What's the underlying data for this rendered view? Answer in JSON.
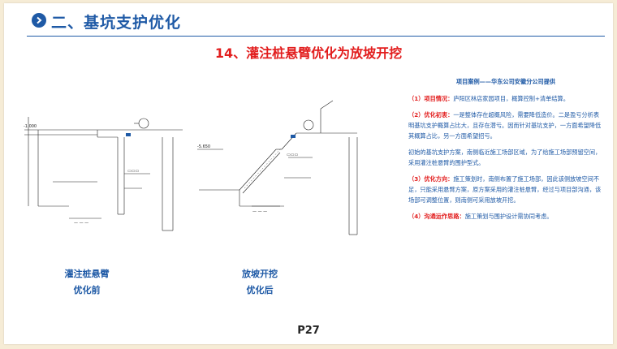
{
  "header": {
    "title": "二、基坑支护优化",
    "icon": "chevron-right-icon",
    "accent": "#1f5aa6"
  },
  "main_title": "14、灌注桩悬臂优化为放坡开挖",
  "panel": {
    "heading": "项目案例——华东公司安徽分公司提供",
    "p1_tag": "（1）项目情况：",
    "p1_text": "庐阳区林店家园项目，概算控制+清单结算。",
    "p2_tag": "（2）优化初衷：",
    "p2_text": "一是整体存在超概风险，需要降低造价。二是盈亏分析表明基坑支护概算占比大，且存在潜亏。因而针对基坑支护，一方面希望降低其概算占比，另一方面希望招亏。",
    "p3_text": "初始的基坑支护方案，南侧临近施工场部区域，为了给施工场部预留空间，采用灌注桩悬臂的围护型式。",
    "p4_tag": "（3）优化方向：",
    "p4_text": "施工策划时，南侧布置了施工场部，因此该侧放坡空间不足，只能采用悬臂方案，原方案采用的灌注桩悬臂，经过与项目部沟通，该场部可调整位置，则南侧可采用放坡开挖。",
    "p5_tag": "（4）沟通运作思路：",
    "p5_text": "施工策划与围护设计需协同考虑。",
    "highlight_color": "#e21d1d"
  },
  "captions": {
    "left_line1": "灌注桩悬臂",
    "left_line2": "优化前",
    "right_line1": "放坡开挖",
    "right_line2": "优化后"
  },
  "page_number": "P27"
}
